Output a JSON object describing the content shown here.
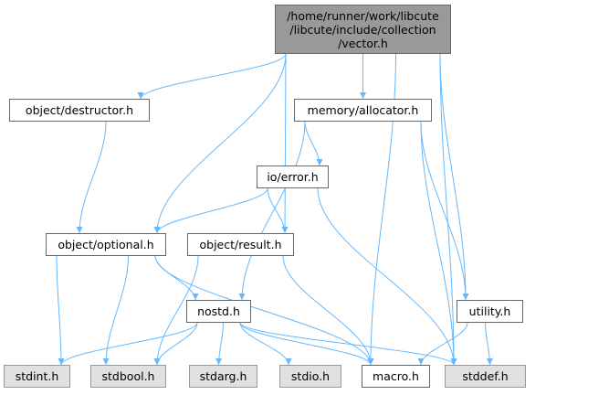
{
  "diagram": {
    "colors": {
      "edge": "#63b8ff",
      "root_fill": "#999999",
      "node_fill": "#ffffff",
      "system_fill": "#e0e0e0",
      "border": "#666666"
    },
    "nodes": {
      "vector_h": "/home/runner/work/libcute\n/libcute/include/collection\n/vector.h",
      "destructor_h": "object/destructor.h",
      "allocator_h": "memory/allocator.h",
      "error_h": "io/error.h",
      "optional_h": "object/optional.h",
      "result_h": "object/result.h",
      "nostd_h": "nostd.h",
      "utility_h": "utility.h",
      "stdint_h": "stdint.h",
      "stdbool_h": "stdbool.h",
      "stdarg_h": "stdarg.h",
      "stdio_h": "stdio.h",
      "macro_h": "macro.h",
      "stddef_h": "stddef.h"
    },
    "edges": [
      [
        "vector_h",
        "destructor_h"
      ],
      [
        "vector_h",
        "optional_h"
      ],
      [
        "vector_h",
        "allocator_h"
      ],
      [
        "vector_h",
        "result_h"
      ],
      [
        "vector_h",
        "macro_h"
      ],
      [
        "vector_h",
        "utility_h"
      ],
      [
        "vector_h",
        "stddef_h"
      ],
      [
        "destructor_h",
        "optional_h"
      ],
      [
        "allocator_h",
        "error_h"
      ],
      [
        "allocator_h",
        "nostd_h"
      ],
      [
        "allocator_h",
        "utility_h"
      ],
      [
        "allocator_h",
        "stddef_h"
      ],
      [
        "error_h",
        "optional_h"
      ],
      [
        "error_h",
        "result_h"
      ],
      [
        "error_h",
        "stddef_h"
      ],
      [
        "optional_h",
        "nostd_h"
      ],
      [
        "optional_h",
        "stdint_h"
      ],
      [
        "optional_h",
        "stdbool_h"
      ],
      [
        "optional_h",
        "macro_h"
      ],
      [
        "result_h",
        "stdbool_h"
      ],
      [
        "result_h",
        "macro_h"
      ],
      [
        "nostd_h",
        "stdint_h"
      ],
      [
        "nostd_h",
        "stdbool_h"
      ],
      [
        "nostd_h",
        "stdarg_h"
      ],
      [
        "nostd_h",
        "stdio_h"
      ],
      [
        "nostd_h",
        "macro_h"
      ],
      [
        "nostd_h",
        "stddef_h"
      ],
      [
        "utility_h",
        "macro_h"
      ],
      [
        "utility_h",
        "stddef_h"
      ]
    ]
  }
}
